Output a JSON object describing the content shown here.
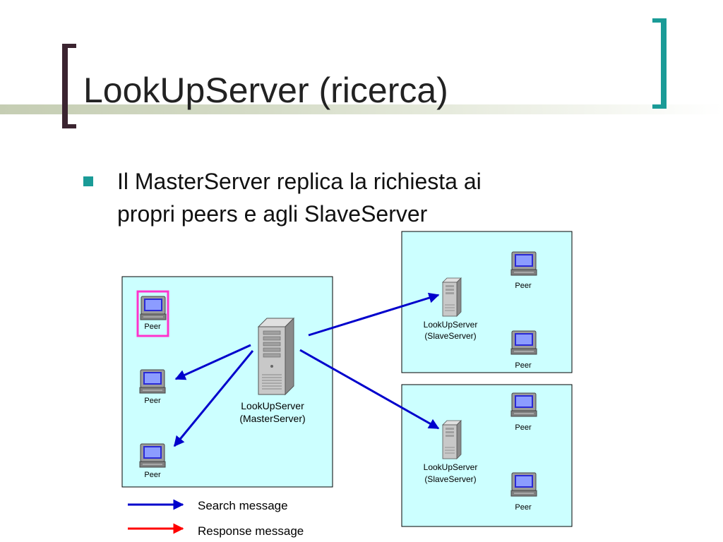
{
  "title": "LookUpServer (ricerca)",
  "bullet": {
    "line1": "Il MasterServer replica la richiesta ai",
    "line2": "propri peers e agli SlaveServer"
  },
  "master": {
    "name_line1": "LookUpServer",
    "name_line2": "(MasterServer)",
    "peers": [
      "Peer",
      "Peer",
      "Peer"
    ]
  },
  "slave_top": {
    "name_line1": "LookUpServer",
    "name_line2": "(SlaveServer)",
    "peers": [
      "Peer",
      "Peer"
    ]
  },
  "slave_bottom": {
    "name_line1": "LookUpServer",
    "name_line2": "(SlaveServer)",
    "peers": [
      "Peer",
      "Peer"
    ]
  },
  "legend": {
    "search": "Search message",
    "response": "Response message"
  },
  "colors": {
    "search_arrow": "#0000cc",
    "response_arrow": "#ff0000",
    "highlight": "#ff33cc",
    "region_fill": "#ccffff",
    "accent": "#1a9b97"
  }
}
